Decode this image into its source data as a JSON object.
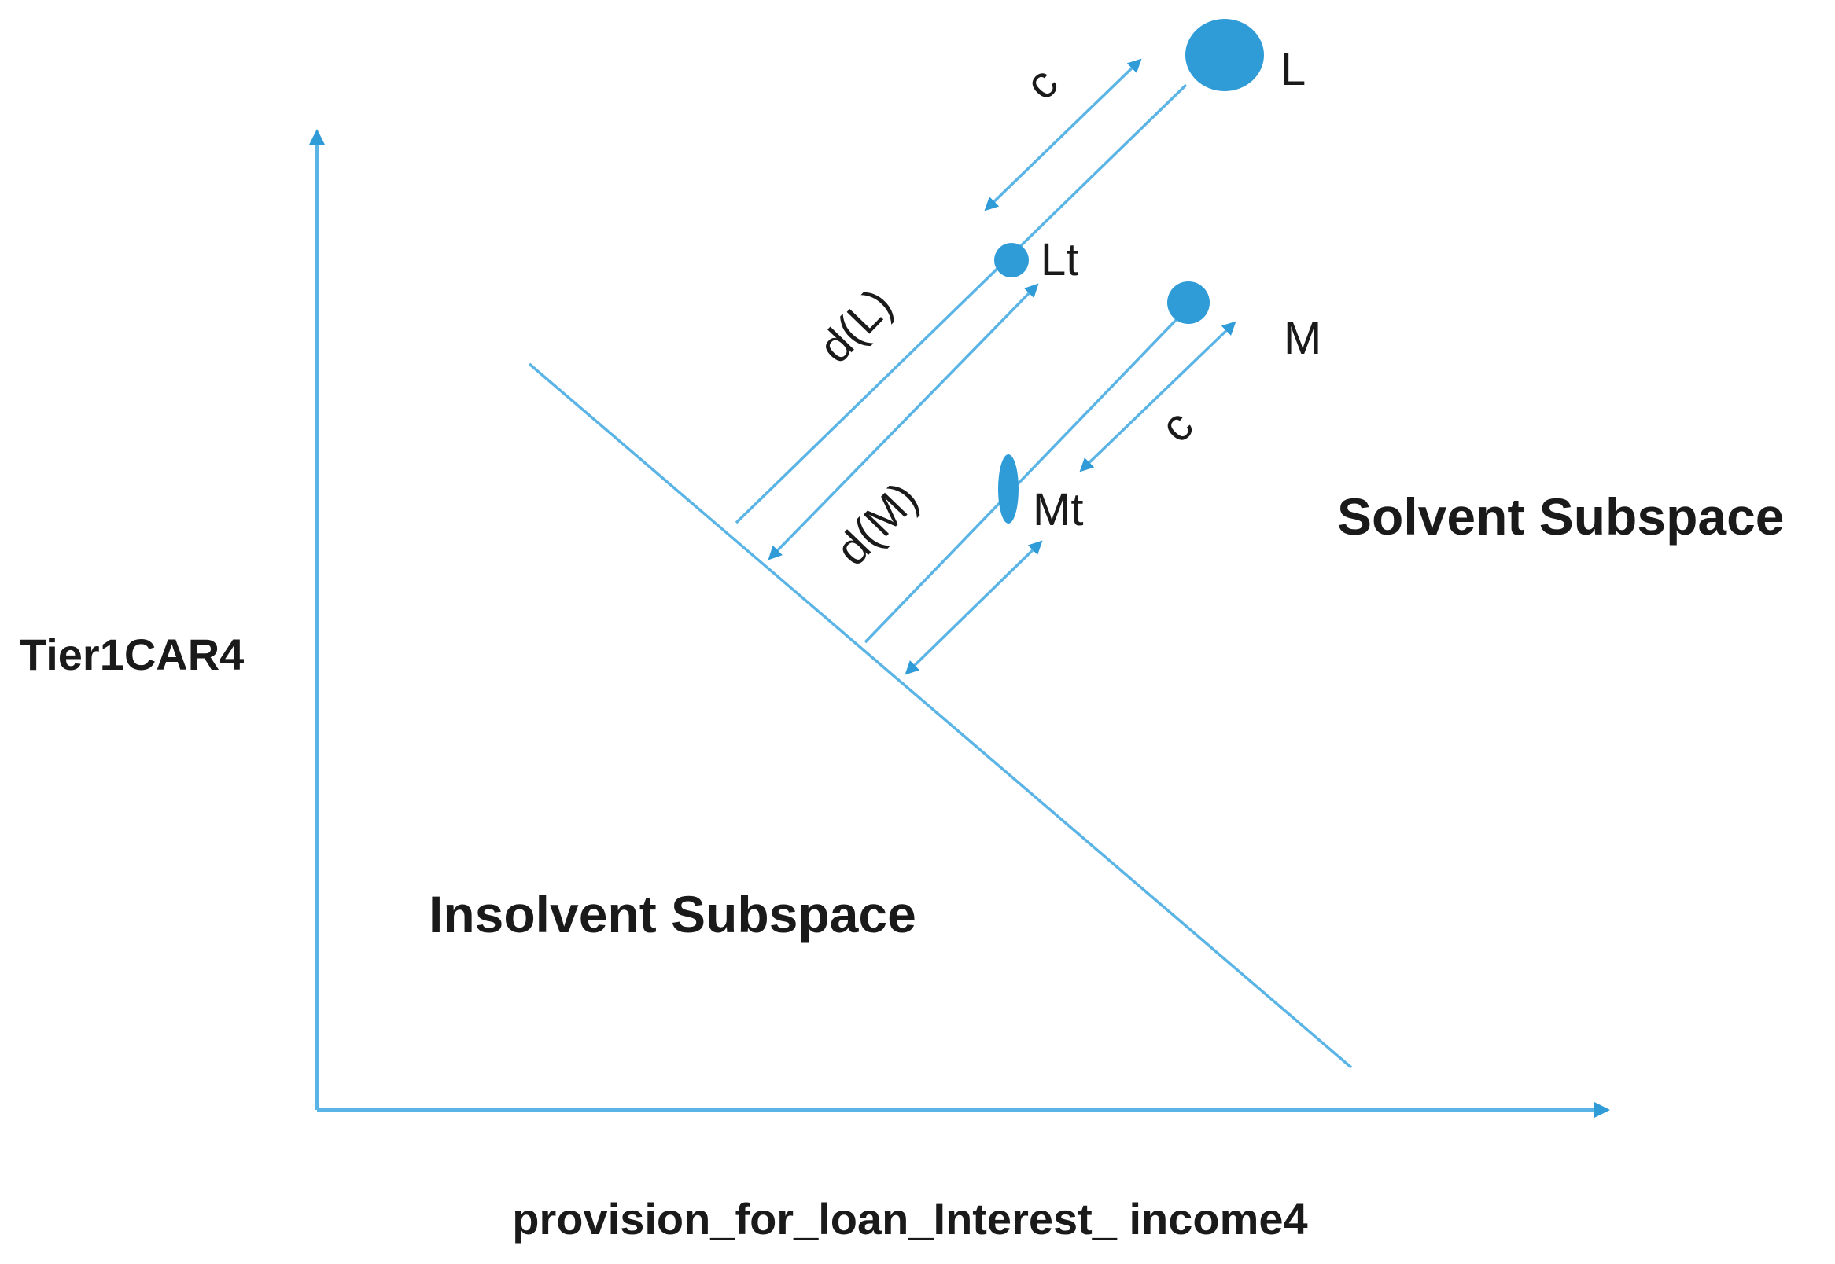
{
  "diagram": {
    "axes": {
      "x_label": "provision_for_loan_Interest_ income4",
      "y_label": "Tier1CAR4"
    },
    "regions": {
      "solvent": "Solvent Subspace",
      "insolvent": "Insolvent Subspace"
    },
    "points": {
      "L": "L",
      "Lt": "Lt",
      "M": "M",
      "Mt": "Mt"
    },
    "distances": {
      "c_L": "c",
      "d_L": "d(L)",
      "c_M": "c",
      "d_M": "d(M)"
    },
    "colors": {
      "accent": "#2f9bd7",
      "line": "#5ab4e5",
      "text": "#1a1a1a"
    }
  }
}
